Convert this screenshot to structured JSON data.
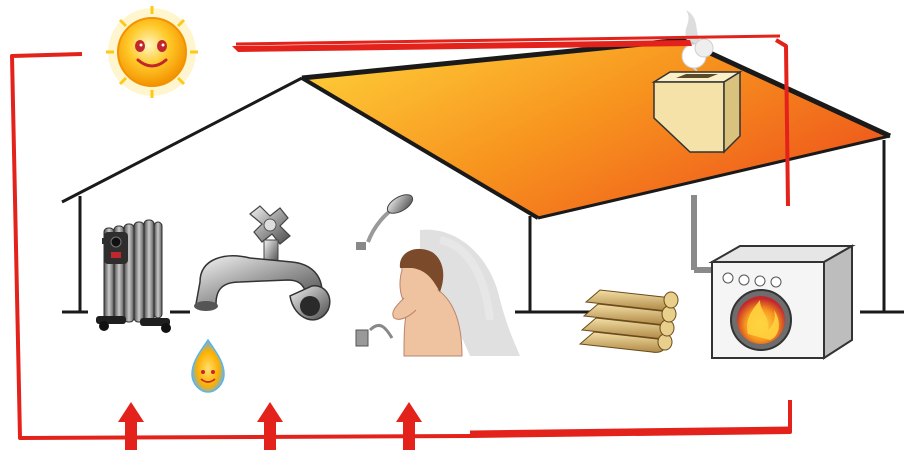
{
  "diagram": {
    "nodes": [
      {
        "id": "sun",
        "icon": "smiling-sun-icon"
      },
      {
        "id": "house",
        "icon": "house-outline-icon"
      },
      {
        "id": "roof",
        "icon": "orange-roof-icon"
      },
      {
        "id": "chimney",
        "icon": "smoking-chimney-icon"
      },
      {
        "id": "radiator",
        "icon": "oil-radiator-icon"
      },
      {
        "id": "faucet",
        "icon": "water-faucet-icon"
      },
      {
        "id": "hot-water-drop",
        "icon": "smiling-hot-drop-icon"
      },
      {
        "id": "shower",
        "icon": "shower-person-icon"
      },
      {
        "id": "firewood",
        "icon": "log-stack-icon"
      },
      {
        "id": "stove",
        "icon": "wood-stove-icon"
      }
    ],
    "arrows": [
      {
        "id": "sun-to-chimney",
        "from": "sun",
        "to": "chimney",
        "style": "red-tapered"
      },
      {
        "id": "loop-to-radiator",
        "from": "stove",
        "to": "radiator",
        "style": "red-up-arrow"
      },
      {
        "id": "loop-to-faucet",
        "from": "stove",
        "to": "faucet",
        "style": "red-up-arrow"
      },
      {
        "id": "loop-to-shower",
        "from": "stove",
        "to": "shower",
        "style": "red-up-arrow"
      }
    ]
  },
  "colors": {
    "arrow": "#e3231b",
    "roof_light": "#ffd43b",
    "roof_dark": "#ef6a1c",
    "outline": "#1a1a1a",
    "sun_core": "#ffb000",
    "fire": "#f15a1e"
  }
}
